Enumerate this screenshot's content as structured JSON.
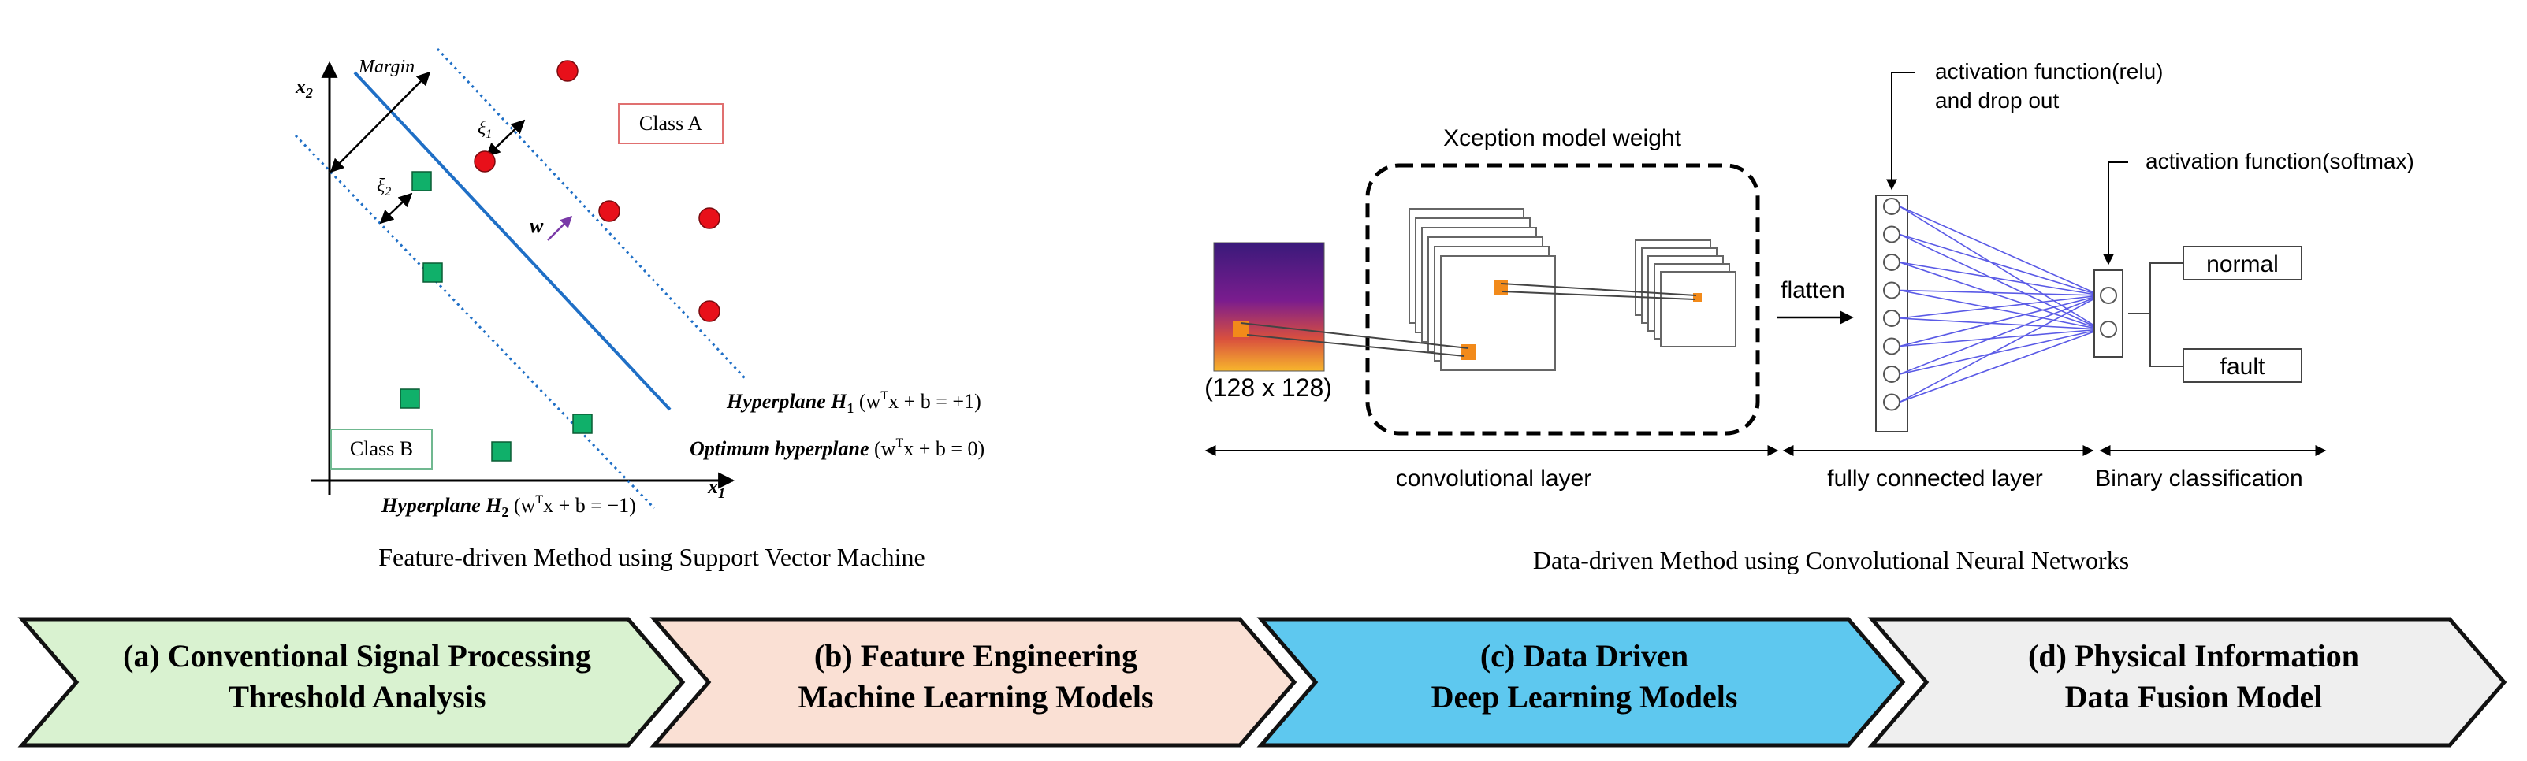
{
  "svm": {
    "margin_label": "Margin",
    "axis_x1_base": "x",
    "axis_x1_sub": "1",
    "axis_x2_base": "x",
    "axis_x2_sub": "2",
    "xi1_base": "ξ",
    "xi1_sub": "1",
    "xi2_base": "ξ",
    "xi2_sub": "2",
    "w_label": "w",
    "class_a": "Class A",
    "class_b": "Class B",
    "h1_lead": "Hyperplane ",
    "h1_bold_name": "H",
    "h1_bold_sub": "1",
    "h1_eq_open": " (w",
    "h1_eq_sup": "T",
    "h1_eq_rest": "x + b = +1)",
    "opt_lead": "Optimum hyperplane",
    "opt_eq_open": " (w",
    "opt_eq_sup": "T",
    "opt_eq_rest": "x + b = 0)",
    "h2_lead": "Hyperplane ",
    "h2_bold_name": "H",
    "h2_bold_sub": "2",
    "h2_eq_open": " (w",
    "h2_eq_sup": "T",
    "h2_eq_rest": "x + b = −1)",
    "caption": "Feature-driven Method using Support Vector Machine"
  },
  "cnn": {
    "xception_label": "Xception model weight",
    "input_size_label": "(128 x 128)",
    "flatten_label": "flatten",
    "relu_label_line1": "activation function(relu)",
    "relu_label_line2": "and drop out",
    "softmax_label": "activation function(softmax)",
    "output_normal": "normal",
    "output_fault": "fault",
    "section_conv": "convolutional layer",
    "section_fc": "fully connected layer",
    "section_binary": "Binary classification",
    "caption": "Data-driven Method using Convolutional Neural Networks"
  },
  "stages": [
    {
      "line1": "(a) Conventional Signal Processing",
      "line2": "Threshold Analysis",
      "color": "#d9f2d0"
    },
    {
      "line1": "(b) Feature Engineering",
      "line2": "Machine Learning Models",
      "color": "#fae0d4"
    },
    {
      "line1": "(c) Data Driven",
      "line2": "Deep Learning Models",
      "color": "#5ec8ef"
    },
    {
      "line1": "(d) Physical Information",
      "line2": "Data Fusion Model",
      "color": "#efefef"
    }
  ],
  "colors": {
    "svm_line": "#1f6fc6",
    "class_a_point": "#e8101a",
    "class_b_point": "#10b06a",
    "w_arrow": "#7a3aa8",
    "fc_connection": "#5a5ae6",
    "input_patch": "#f28a1a"
  }
}
